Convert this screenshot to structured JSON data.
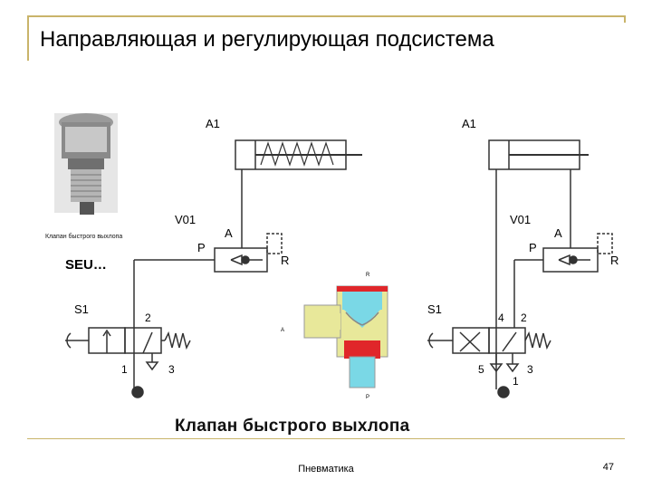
{
  "slide": {
    "title": "Направляющая и регулирующая подсистема",
    "footer_text": "Пневматика",
    "page_number": "47"
  },
  "diagram": {
    "photo_caption": "Клапан быстрого выхлопа",
    "caption": "Клапан быстрого выхлопа",
    "left_circuit": {
      "cylinder_label": "A1",
      "valve_label": "V01",
      "seu_label": "SEU…",
      "switch_label": "S1",
      "port_p": "P",
      "port_a": "A",
      "port_r": "R",
      "port_2": "2",
      "port_1": "1",
      "port_3": "3"
    },
    "right_circuit": {
      "cylinder_label": "A1",
      "valve_label": "V01",
      "switch_label": "S1",
      "port_p": "P",
      "port_a": "A",
      "port_r": "R",
      "port_4": "4",
      "port_2": "2",
      "port_5": "5",
      "port_1": "1",
      "port_3": "3"
    },
    "center_valve": {
      "port_r": "R",
      "port_a": "A",
      "port_p": "P"
    },
    "colors": {
      "body": "#e8e89a",
      "channel": "#7ad8e6",
      "seal": "#e0262a",
      "line": "#333333"
    }
  }
}
